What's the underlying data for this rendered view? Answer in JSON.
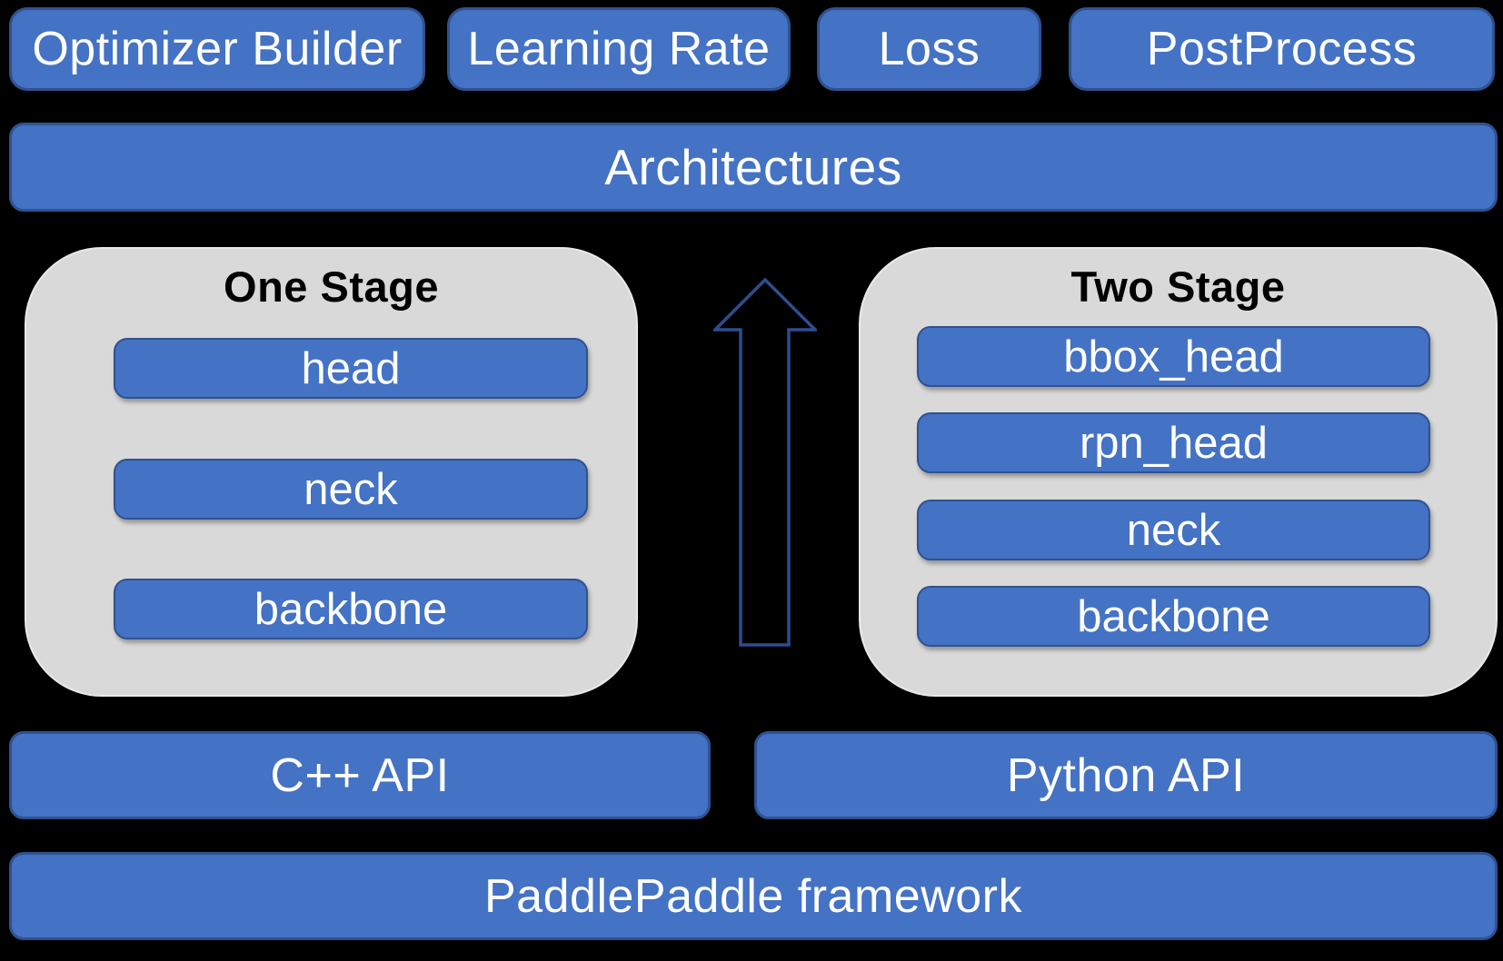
{
  "colors": {
    "background": "#000000",
    "box_fill": "#4472C4",
    "box_border": "#2F528F",
    "box_text": "#FFFFFF",
    "panel_fill": "#D9D9D9",
    "panel_title_text": "#000000",
    "arrow_outline": "#2E4D8F"
  },
  "top_row": {
    "optimizer_builder": "Optimizer Builder",
    "learning_rate": "Learning Rate",
    "loss": "Loss",
    "postprocess": "PostProcess"
  },
  "architectures": {
    "label": "Architectures"
  },
  "one_stage": {
    "title": "One Stage",
    "layers": [
      "head",
      "neck",
      "backbone"
    ]
  },
  "two_stage": {
    "title": "Two Stage",
    "layers": [
      "bbox_head",
      "rpn_head",
      "neck",
      "backbone"
    ]
  },
  "api_row": {
    "cpp": "C++ API",
    "python": "Python API"
  },
  "framework": {
    "label": "PaddlePaddle framework"
  }
}
